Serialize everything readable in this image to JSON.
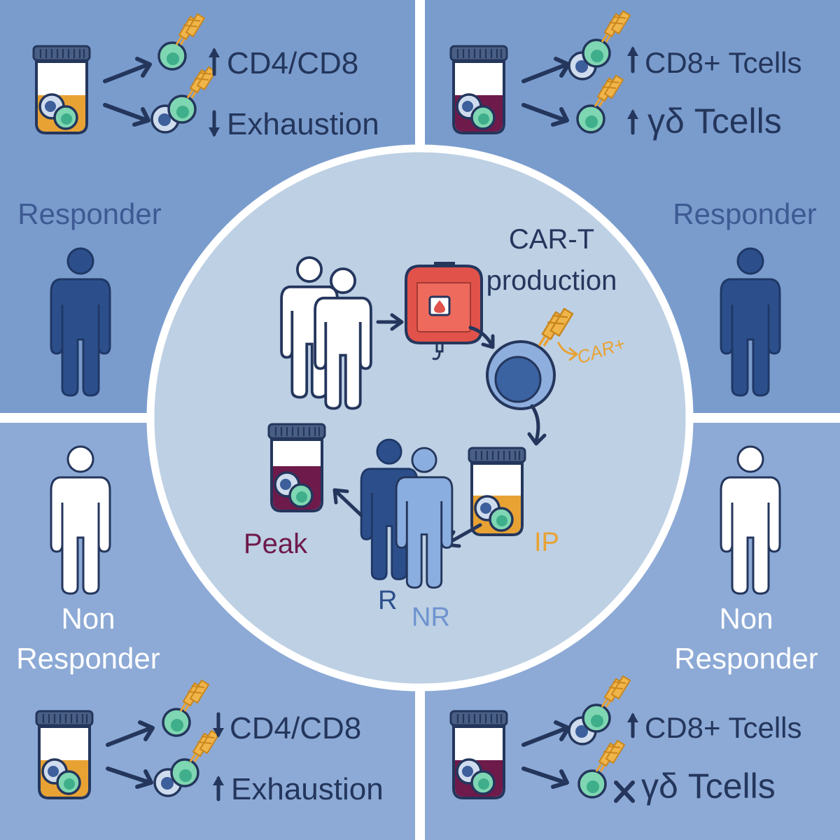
{
  "colors": {
    "quadrant_top": "#7a9ccd",
    "quadrant_bottom": "#8daad6",
    "circle_fill": "#bdd0e4",
    "dark_navy": "#24365c",
    "person_dark": "#3a5a95",
    "person_light": "#8aaedf",
    "text_muted": "#3d5a93",
    "peak_color": "#6e1a4b",
    "ip_orange": "#e8a234",
    "car_orange": "#e8a234",
    "cell_green": "#7fd6b2",
    "cell_blue": "#3d5f9c",
    "blood_red": "#e1524a"
  },
  "quadrants": {
    "top_left": {
      "group_label": "Responder",
      "tube_content": "orange",
      "rows": [
        {
          "direction": "up",
          "text": "CD4/CD8"
        },
        {
          "direction": "down",
          "text": "Exhaustion"
        }
      ]
    },
    "top_right": {
      "group_label": "Responder",
      "tube_content": "maroon",
      "rows": [
        {
          "direction": "up",
          "text": "CD8+ Tcells"
        },
        {
          "direction": "up",
          "text": "γδ Tcells"
        }
      ]
    },
    "bottom_left": {
      "group_label_line1": "Non",
      "group_label_line2": "Responder",
      "tube_content": "orange",
      "rows": [
        {
          "direction": "down",
          "text": "CD4/CD8"
        },
        {
          "direction": "up",
          "text": "Exhaustion"
        }
      ]
    },
    "bottom_right": {
      "group_label_line1": "Non",
      "group_label_line2": "Responder",
      "tube_content": "maroon",
      "rows": [
        {
          "direction": "up",
          "text": "CD8+ Tcells"
        },
        {
          "direction": "cross",
          "text": "γδ Tcells"
        }
      ]
    }
  },
  "center": {
    "production_line1": "CAR-T",
    "production_line2": "production",
    "car_label": "CAR+",
    "ip_label": "IP",
    "peak_label": "Peak",
    "r_label": "R",
    "nr_label": "NR"
  }
}
